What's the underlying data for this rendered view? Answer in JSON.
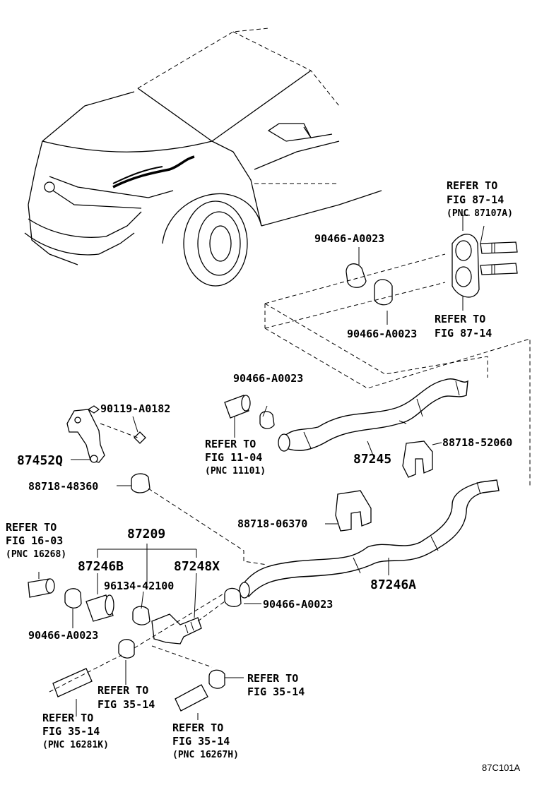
{
  "labels": {
    "refer_87_14_top": [
      "REFER TO",
      "FIG 87-14",
      "(PNC 87107A)"
    ],
    "clip_top_1": "90466-A0023",
    "clip_top_2": "90466-A0023",
    "refer_87_14_mid": [
      "REFER TO",
      "FIG 87-14"
    ],
    "clip_mid": "90466-A0023",
    "bolt": "90119-A0182",
    "bracket": "87452Q",
    "refer_11_04": [
      "REFER TO",
      "FIG 11-04",
      "(PNC 11101)"
    ],
    "hose_87245": "87245",
    "clamp_52060": "88718-52060",
    "clamp_48360": "88718-48360",
    "clamp_06370": "88718-06370",
    "refer_16_03": [
      "REFER TO",
      "FIG 16-03",
      "(PNC 16268)"
    ],
    "assy_87209": "87209",
    "hose_87246b": "87246B",
    "hose_87248x": "87248X",
    "clip_42100": "96134-42100",
    "hose_87246a": "87246A",
    "clip_right": "90466-A0023",
    "clip_left": "90466-A0023",
    "refer_35_14_a": [
      "REFER TO",
      "FIG 35-14"
    ],
    "refer_35_14_b": [
      "REFER TO",
      "FIG 35-14"
    ],
    "refer_35_14_c": [
      "REFER TO",
      "FIG 35-14",
      "(PNC 16281K)"
    ],
    "refer_35_14_d": [
      "REFER TO",
      "FIG 35-14",
      "(PNC 16267H)"
    ],
    "figure_code": "87C101A"
  }
}
